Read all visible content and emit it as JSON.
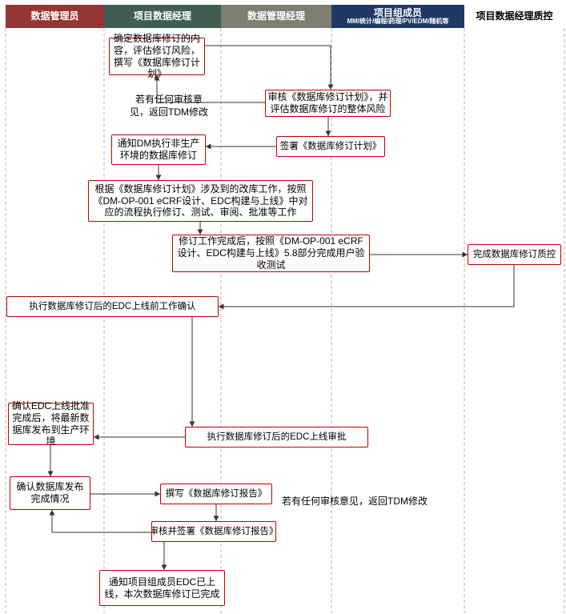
{
  "diagram": {
    "lanes": [
      {
        "label": "数据管理员",
        "color": "#943634",
        "text_color": "#ffffff"
      },
      {
        "label": "项目数据经理",
        "color": "#3F5E51",
        "text_color": "#ffffff"
      },
      {
        "label": "数据管理经理",
        "color": "#7F7E72",
        "text_color": "#ffffff"
      },
      {
        "label": "项目组成员",
        "sublabel": "MM/统计/编程/药理/PV/EDM/随机等",
        "color": "#1F3864",
        "text_color": "#ffffff"
      },
      {
        "label": "项目数据经理质控",
        "color": "#FFFFFF",
        "text_color": "#000000"
      }
    ],
    "nodes": [
      {
        "text": "确定数据库修订的内容，评估修订风险，撰写《数据库修订计划》"
      },
      {
        "text": "审核《数据库修订计划》，并评估数据库修订的整体风险"
      },
      {
        "text": "签署《数据库修订计划》"
      },
      {
        "text": "通知DM执行非生产环境的数据库修订"
      },
      {
        "text": "根据《数据库修订计划》涉及到的改库工作，按照《DM-OP-001 eCRF设计、EDC构建与上线》中对应的流程执行修订、测试、审阅、批准等工作"
      },
      {
        "text": "修订工作完成后，按照《DM-OP-001 eCRF设计、EDC构建与上线》5.8部分完成用户验收测试"
      },
      {
        "text": "完成数据库修订质控"
      },
      {
        "text": "执行数据库修订后的EDC上线前工作确认"
      },
      {
        "text": "确认EDC上线批准完成后，将最新数据库发布到生产环境"
      },
      {
        "text": "执行数据库修订后的EDC上线审批"
      },
      {
        "text": "确认数据库发布完成情况"
      },
      {
        "text": "撰写《数据库修订报告》"
      },
      {
        "text": "审核并签署《数据库修订报告》"
      },
      {
        "text": "通知项目组成员EDC已上线，本次数据库修订已完成"
      }
    ],
    "labels": [
      {
        "text": "若有任何审核意见，返回TDM修改"
      },
      {
        "text": "若有任何审核意见，返回TDM修改"
      }
    ],
    "colors": {
      "node_border": "#C00000",
      "node_fill": "#FFFFFF",
      "arrow": "#333333",
      "lane_divider": "#B3B3B3",
      "text": "#000000"
    }
  }
}
